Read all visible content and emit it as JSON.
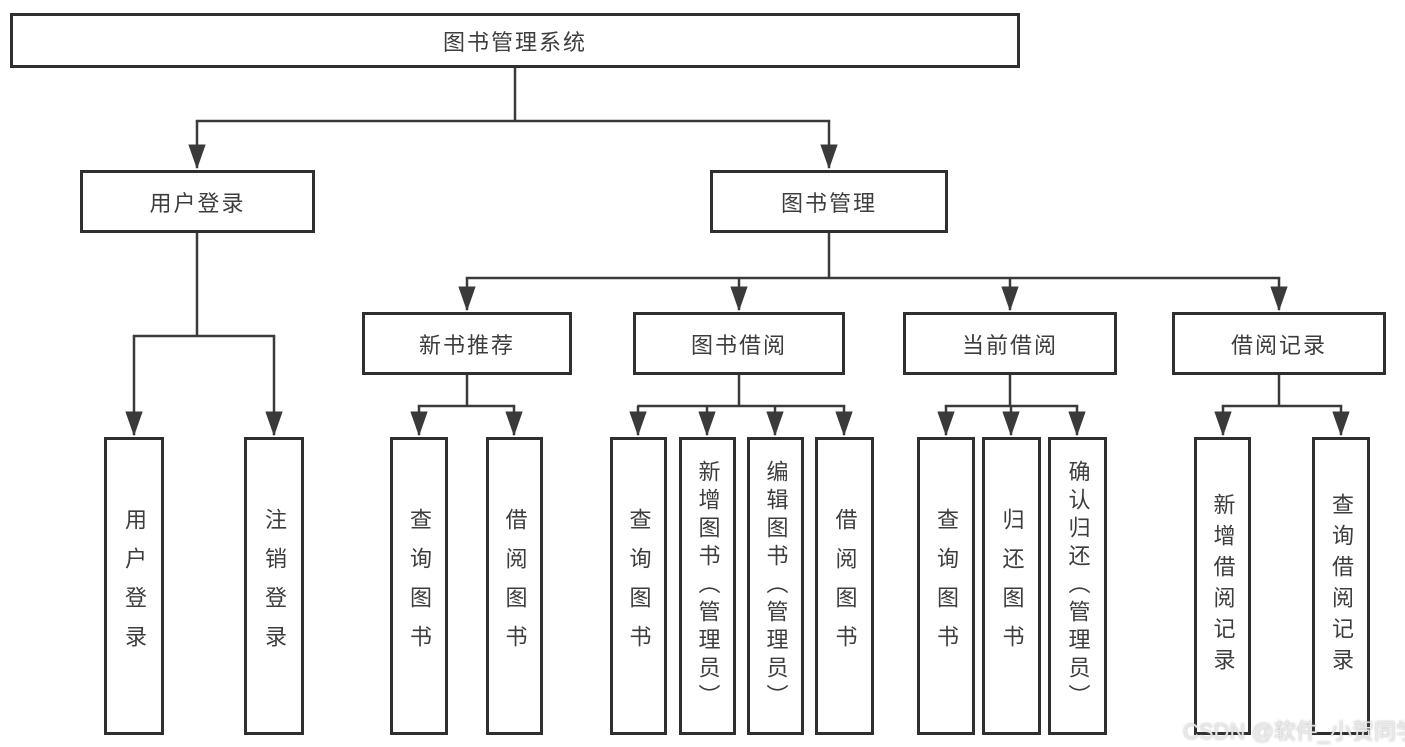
{
  "diagram": {
    "root": "图书管理系统",
    "branches": [
      {
        "label": "用户登录",
        "children": [
          {
            "label": "用户登录"
          },
          {
            "label": "注销登录"
          }
        ]
      },
      {
        "label": "图书管理",
        "children": [
          {
            "label": "新书推荐",
            "children": [
              {
                "label": "查询图书"
              },
              {
                "label": "借阅图书"
              }
            ]
          },
          {
            "label": "图书借阅",
            "children": [
              {
                "label": "查询图书"
              },
              {
                "label": "新增图书（管理员）"
              },
              {
                "label": "编辑图书（管理员）"
              },
              {
                "label": "借阅图书"
              }
            ]
          },
          {
            "label": "当前借阅",
            "children": [
              {
                "label": "查询图书"
              },
              {
                "label": "归还图书"
              },
              {
                "label": "确认归还（管理员）"
              }
            ]
          },
          {
            "label": "借阅记录",
            "children": [
              {
                "label": "新增借阅记录"
              },
              {
                "label": "查询借阅记录"
              }
            ]
          }
        ]
      }
    ]
  },
  "watermark": {
    "text": "CSDN @软件_小贺同学"
  },
  "colors": {
    "line": "#3a3a3a",
    "box_border": "#2f2f2f",
    "text": "#3d3d3d",
    "background": "#ffffff",
    "watermark": "#ebebeb"
  }
}
